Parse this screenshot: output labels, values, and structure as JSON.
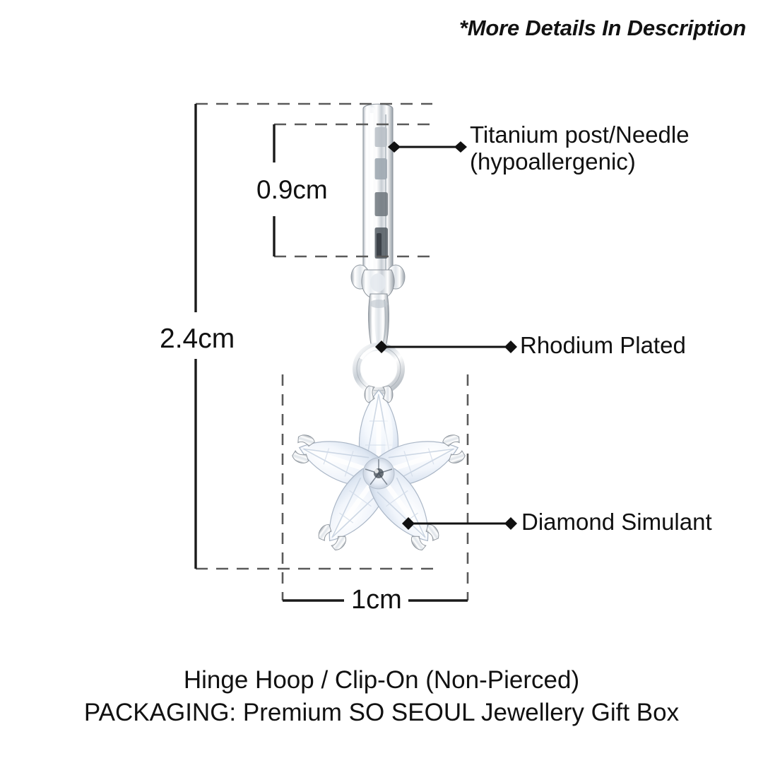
{
  "header": {
    "note": "*More Details In Description"
  },
  "dimensions": {
    "post_height": "0.9cm",
    "total_height": "2.4cm",
    "pendant_width": "1cm"
  },
  "callouts": {
    "titanium_line1": "Titanium post/Needle",
    "titanium_line2": "(hypoallergenic)",
    "rhodium": "Rhodium Plated",
    "diamond": "Diamond Simulant"
  },
  "footer": {
    "line1": "Hinge Hoop / Clip-On (Non-Pierced)",
    "line2": "PACKAGING: Premium SO SEOUL Jewellery Gift Box"
  },
  "colors": {
    "background": "#ffffff",
    "text": "#111111",
    "rule": "#1a1a1a",
    "dashed_rule": "#5a5a5a",
    "metal_light": "#ffffff",
    "metal_mid": "#d8dde2",
    "metal_dark": "#8d949c",
    "gem_tint": "#eef3fb"
  },
  "product": {
    "type": "flower-drop-hoop-earring",
    "petal_count": 5,
    "metal": "rhodium-plated",
    "stone": "diamond-simulant"
  }
}
